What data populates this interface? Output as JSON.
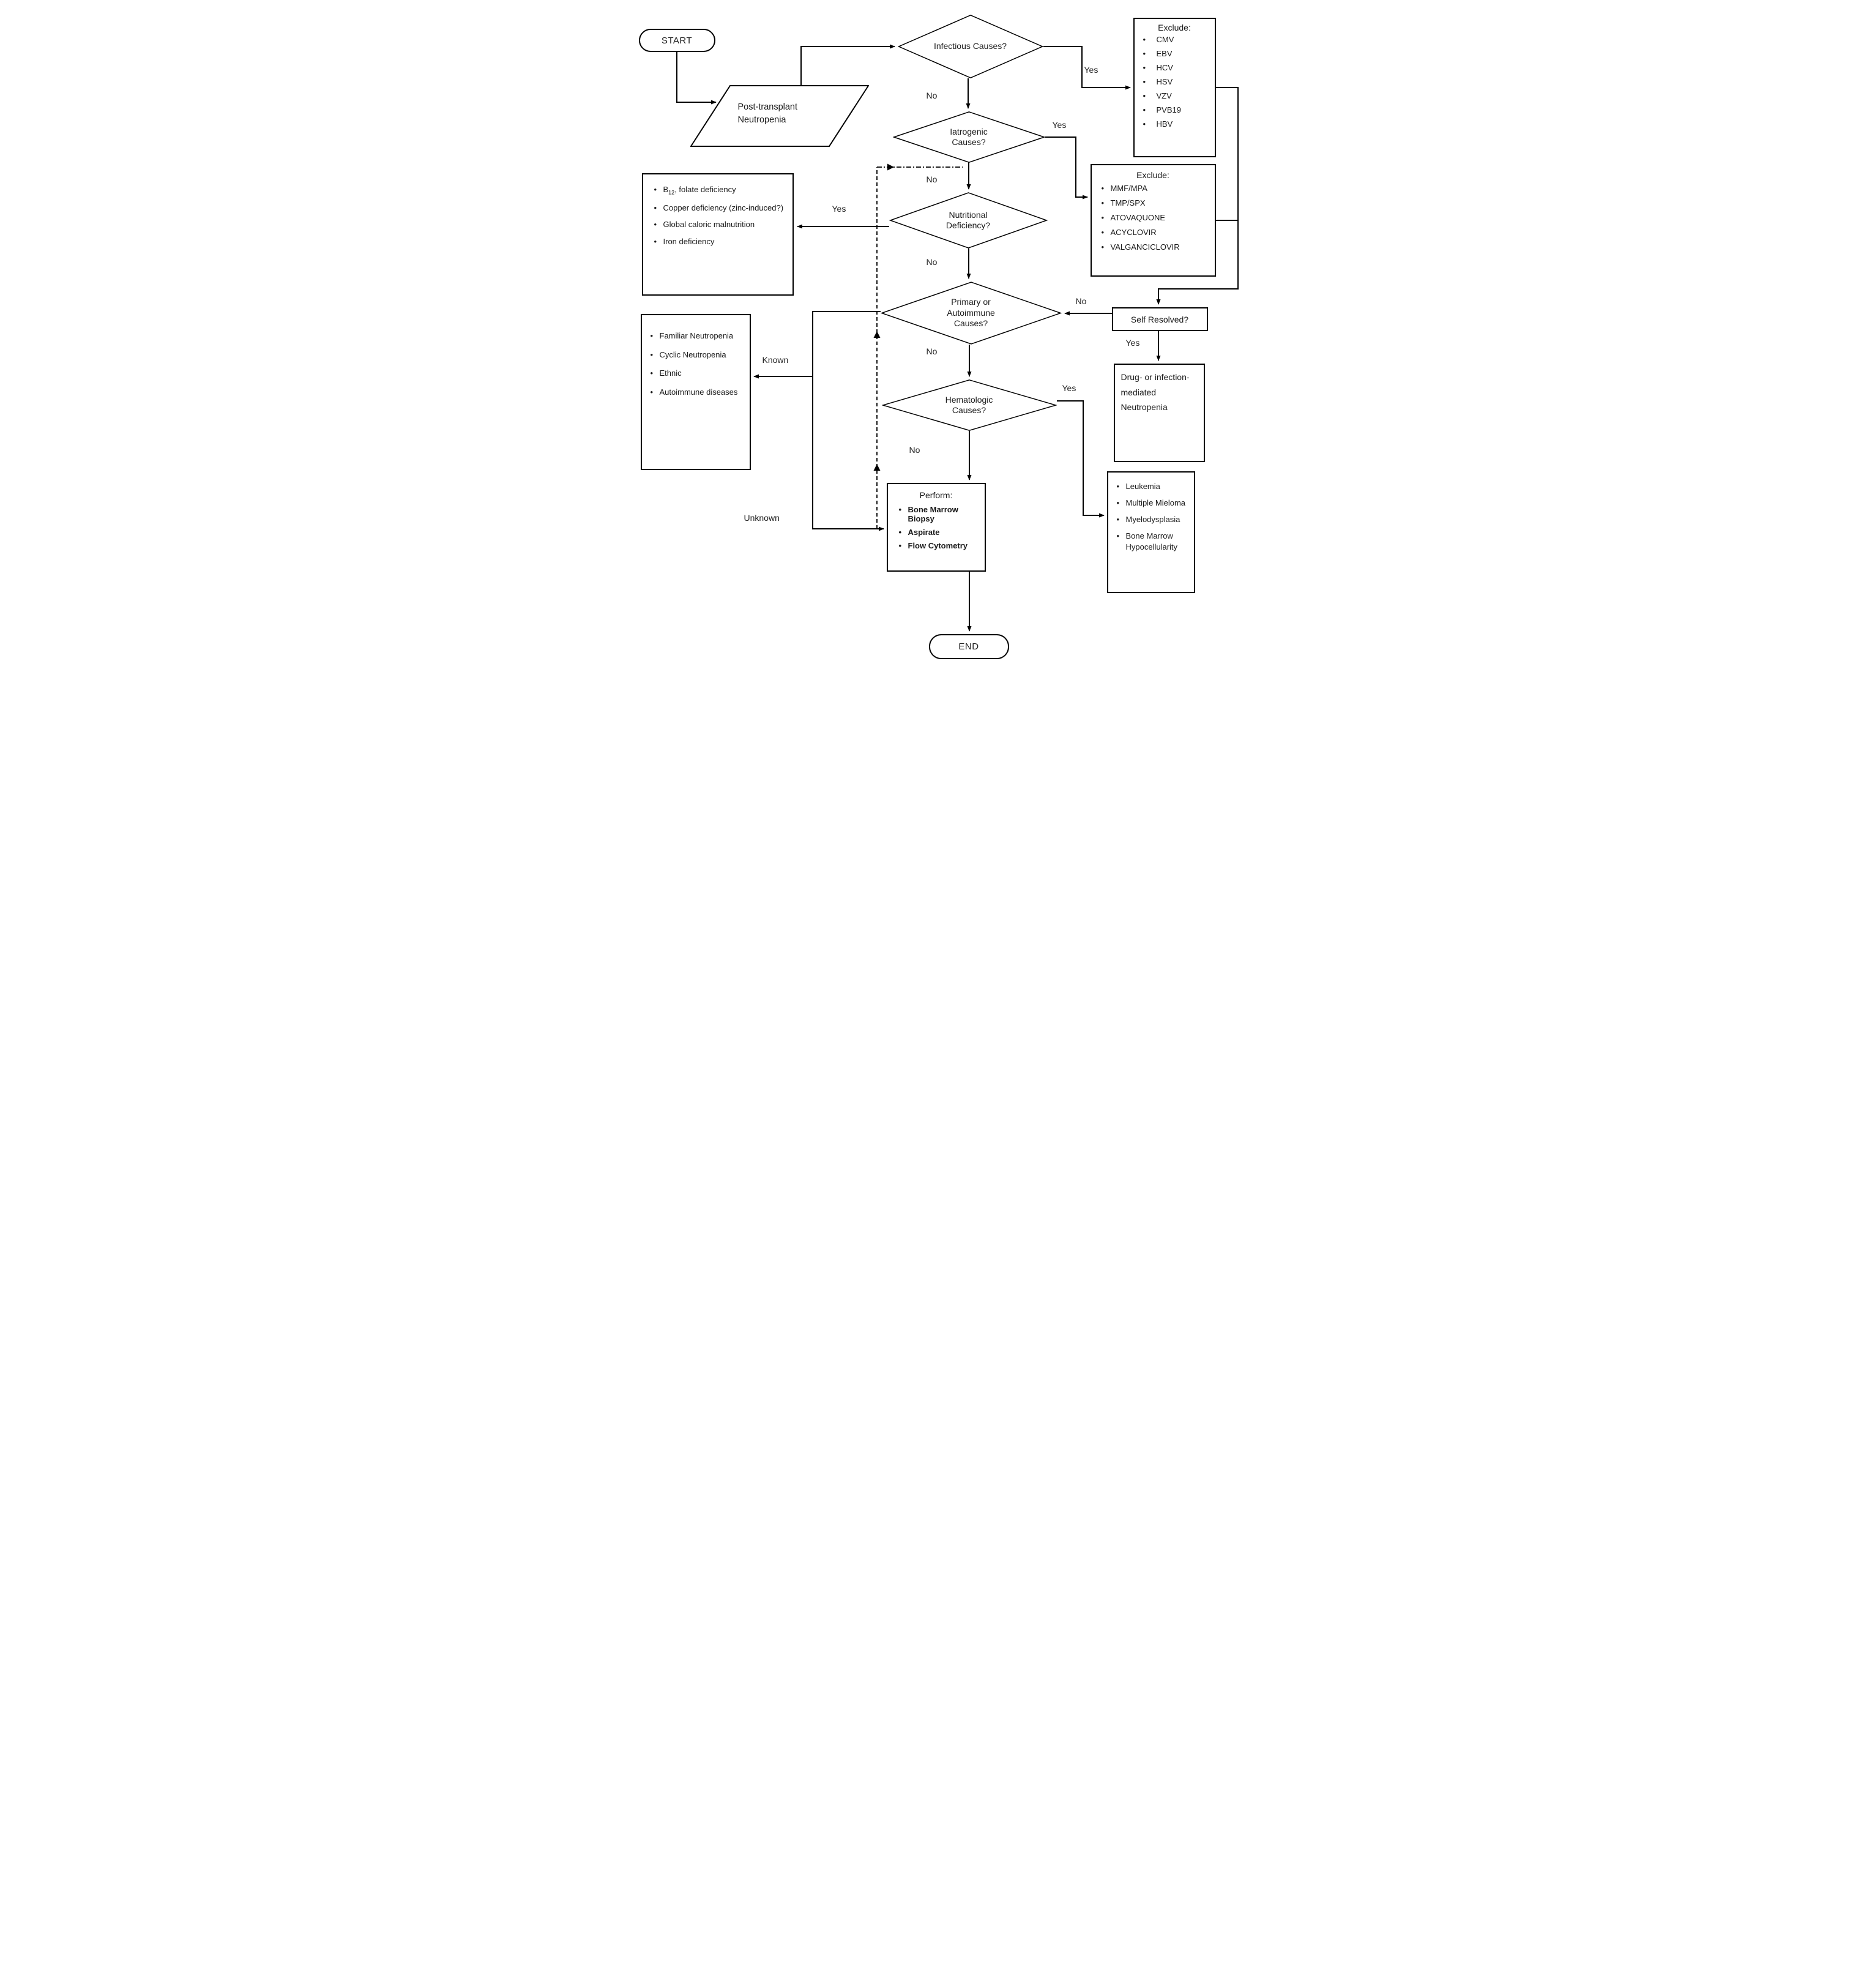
{
  "colors": {
    "line": "#000000",
    "background": "#ffffff",
    "text": "#1a1a1a"
  },
  "labels": {
    "yes": "Yes",
    "no": "No",
    "known": "Known",
    "unknown": "Unknown"
  },
  "nodes": {
    "start": {
      "label": "START"
    },
    "post_transplant": {
      "label": "Post-transplant Neutropenia"
    },
    "infectious": {
      "label": "Infectious Causes?"
    },
    "iatrogenic": {
      "label": "Iatrogenic Causes?"
    },
    "nutritional": {
      "label": "Nutritional Deficiency?"
    },
    "primary_autoimmune": {
      "label": "Primary or Autoimmune Causes?"
    },
    "hematologic": {
      "label": "Hematologic Causes?"
    },
    "self_resolved": {
      "label": "Self Resolved?"
    },
    "drug_infection": {
      "label": "Drug- or infection-mediated Neutropenia"
    },
    "end": {
      "label": "END"
    }
  },
  "boxes": {
    "exclude_infectious": {
      "title": "Exclude:",
      "items": [
        "CMV",
        "EBV",
        "HCV",
        "HSV",
        "VZV",
        "PVB19",
        "HBV"
      ]
    },
    "exclude_iatrogenic": {
      "title": "Exclude:",
      "items": [
        "MMF/MPA",
        "TMP/SPX",
        "ATOVAQUONE",
        "ACYCLOVIR",
        "VALGANCICLOVIR"
      ]
    },
    "nutritional_causes": {
      "b12_item": {
        "prefix": "B",
        "sub": "12",
        "rest": ", folate deficiency"
      },
      "items": [
        "Copper deficiency (zinc-induced?)",
        "Global caloric malnutrition",
        "Iron deficiency"
      ]
    },
    "primary_causes": {
      "items": [
        "Familiar Neutropenia",
        "Cyclic Neutropenia",
        "Ethnic",
        "Autoimmune diseases"
      ]
    },
    "hematologic_causes": {
      "items": [
        "Leukemia",
        "Multiple Mieloma",
        "Myelodysplasia",
        "Bone Marrow Hypocellularity"
      ]
    },
    "perform": {
      "title": "Perform:",
      "items": [
        "Bone Marrow Biopsy",
        "Aspirate",
        "Flow Cytometry"
      ]
    }
  }
}
